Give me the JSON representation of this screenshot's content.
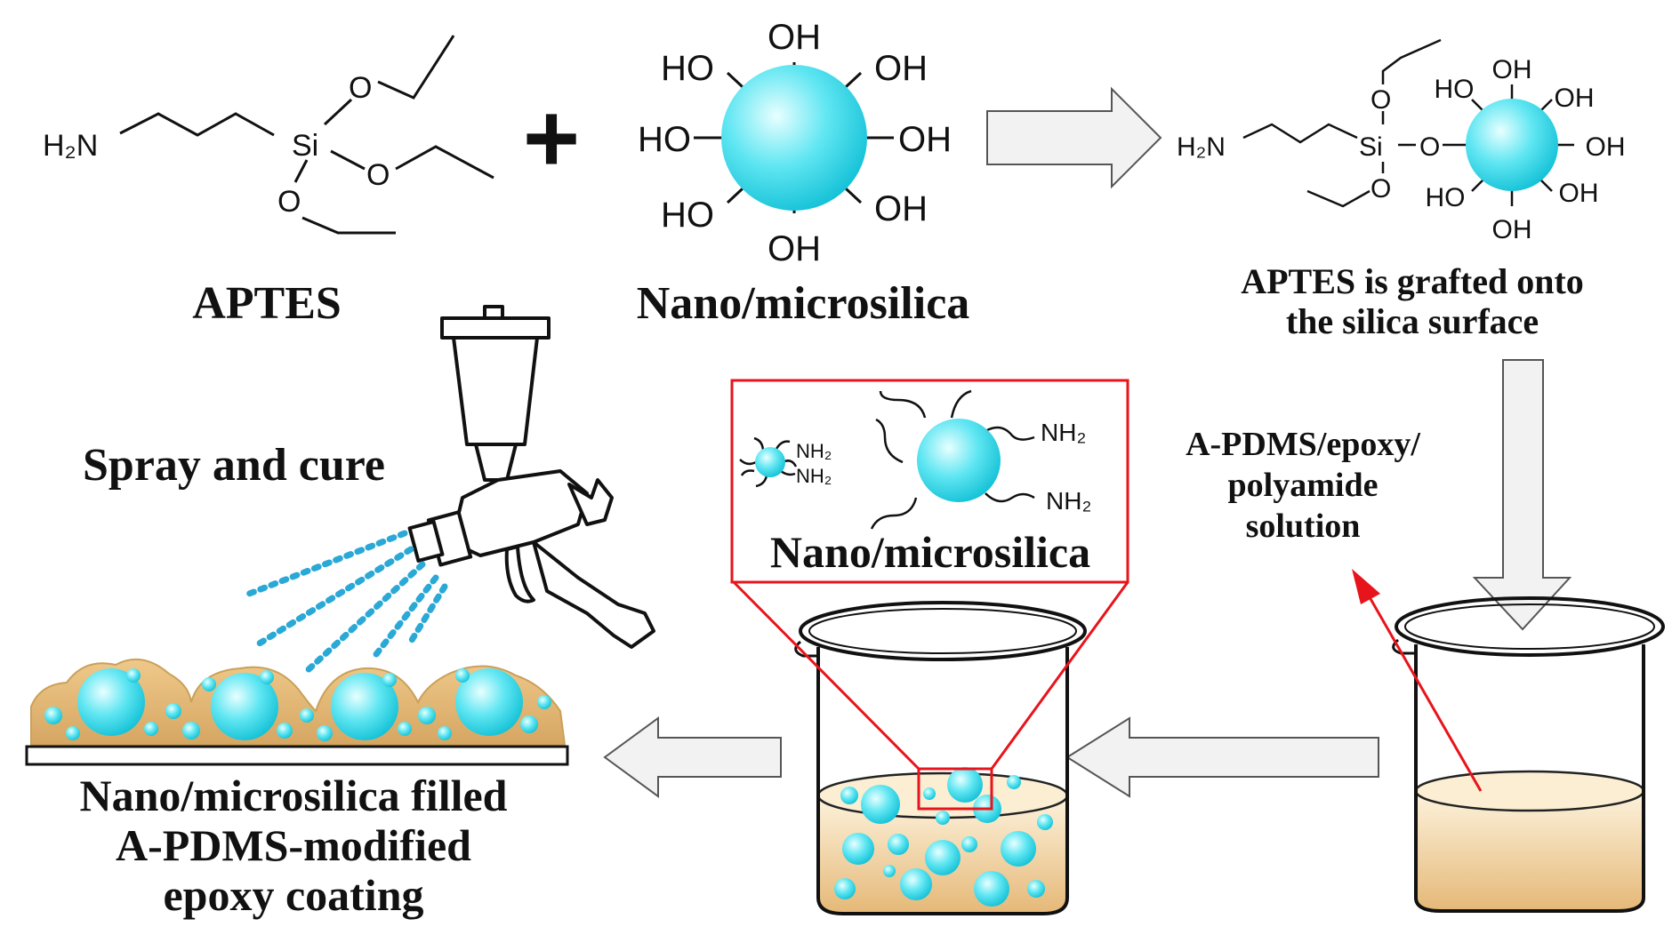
{
  "labels": {
    "aptes": "APTES",
    "silica_top": "Nano/microsilica",
    "grafted_line1": "APTES is grafted onto",
    "grafted_line2": "the silica surface",
    "solution_line1": "A-PDMS/epoxy/",
    "solution_line2": "polyamide",
    "solution_line3": "solution",
    "inset_silica": "Nano/microsilica",
    "spray": "Spray and cure",
    "coating_line1": "Nano/microsilica filled",
    "coating_line2": "A-PDMS-modified",
    "coating_line3": "epoxy coating"
  },
  "chem": {
    "h2n": "H₂N",
    "si": "Si",
    "o": "O",
    "oh": "OH",
    "ho": "HO",
    "nh2": "NH₂",
    "plus": "+"
  },
  "colors": {
    "sphere_light": "#e8ffff",
    "sphere_mid": "#5fe6f2",
    "sphere_dark": "#12c0d6",
    "resin_light": "#fbe9c8",
    "resin_dark": "#e5b877",
    "arrow_fill": "#f2f2f2",
    "inset_frame": "#e8141b",
    "spray_dots": "#2aa8d6"
  }
}
